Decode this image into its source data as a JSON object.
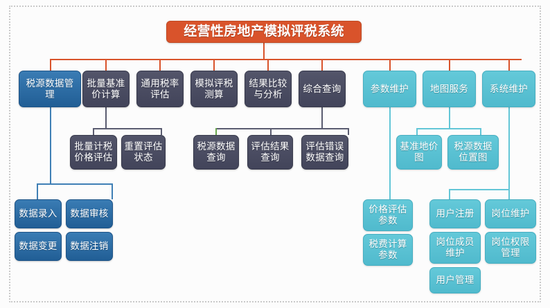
{
  "diagram": {
    "title": "经营性房地产模拟评税系统",
    "colors": {
      "title_bg": "#d9532b",
      "navy": "#2c6ca5",
      "slate": "#4b4d5f",
      "cyan": "#5bc2d4",
      "connector_orange": "#d9532b",
      "connector_blue": "#3f7fb5",
      "connector_slate": "#5a5c70",
      "connector_cyan": "#63c6d7",
      "connector_green": "#6aa84f",
      "canvas_bg": "#fcfcfc",
      "frame": "#c9c9c9"
    },
    "level2": [
      {
        "label": "税源数据管理"
      },
      {
        "label": "批量基准价计算"
      },
      {
        "label": "通用税率评估"
      },
      {
        "label": "模拟评税测算"
      },
      {
        "label": "结果比较与分析"
      },
      {
        "label": "综合查询"
      },
      {
        "label": "参数维护"
      },
      {
        "label": "地图服务"
      },
      {
        "label": "系统维护"
      }
    ],
    "level3": {
      "batch_base_price": [
        {
          "label": "批量计税价格评估"
        },
        {
          "label": "重置评估状态"
        }
      ],
      "comprehensive_query": [
        {
          "label": "税源数据查询"
        },
        {
          "label": "评估结果查询"
        },
        {
          "label": "评估错误数据查询"
        }
      ],
      "map_service": [
        {
          "label": "基准地价图"
        },
        {
          "label": "税源数据位置图"
        }
      ]
    },
    "level4": {
      "tax_source_data": [
        {
          "label": "数据录入"
        },
        {
          "label": "数据审核"
        },
        {
          "label": "数据变更"
        },
        {
          "label": "数据注销"
        }
      ],
      "parameter_maintenance": [
        {
          "label": "价格评估参数"
        },
        {
          "label": "税费计算参数"
        }
      ],
      "system_maintenance": [
        {
          "label": "用户注册"
        },
        {
          "label": "岗位维护"
        },
        {
          "label": "岗位成员维护"
        },
        {
          "label": "岗位权限管理"
        },
        {
          "label": "用户管理"
        }
      ]
    }
  }
}
